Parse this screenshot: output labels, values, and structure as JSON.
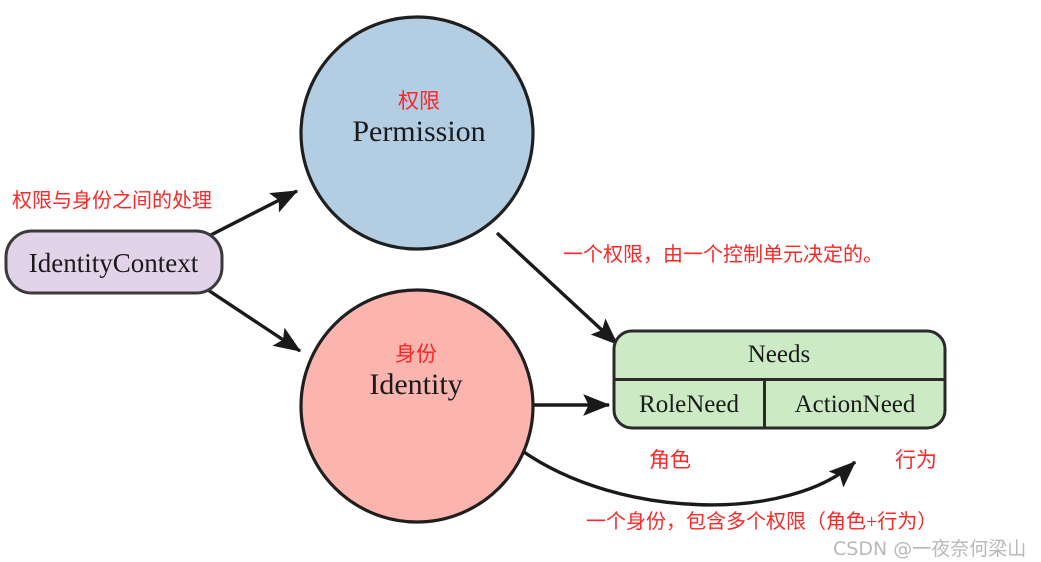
{
  "diagram": {
    "title": "Permission / Identity / Needs relationship diagram",
    "nodes": {
      "identity_context": {
        "label": "IdentityContext",
        "shape": "rounded-rect",
        "fill": "#e3d3e8",
        "stroke": "#3a3a3a"
      },
      "permission": {
        "cn": "权限",
        "en": "Permission",
        "shape": "circle",
        "fill": "#b3cde3",
        "stroke": "#1f1f1f"
      },
      "identity": {
        "cn": "身份",
        "en": "Identity",
        "shape": "circle",
        "fill": "#fbb4ae",
        "stroke": "#1f1f1f"
      },
      "needs": {
        "title": "Needs",
        "cells": [
          "RoleNeed",
          "ActionNeed"
        ],
        "shape": "rounded-rect-table",
        "fill": "#ccebc5",
        "stroke": "#2a2a2a"
      }
    },
    "annotations": {
      "context_note": "权限与身份之间的处理",
      "permission_note": "一个权限，由一个控制单元决定的。",
      "identity_note": "一个身份，包含多个权限（角色+行为）",
      "role_label": "角色",
      "action_label": "行为",
      "color": "#fc2727"
    },
    "watermark": "CSDN @一夜奈何梁山"
  }
}
